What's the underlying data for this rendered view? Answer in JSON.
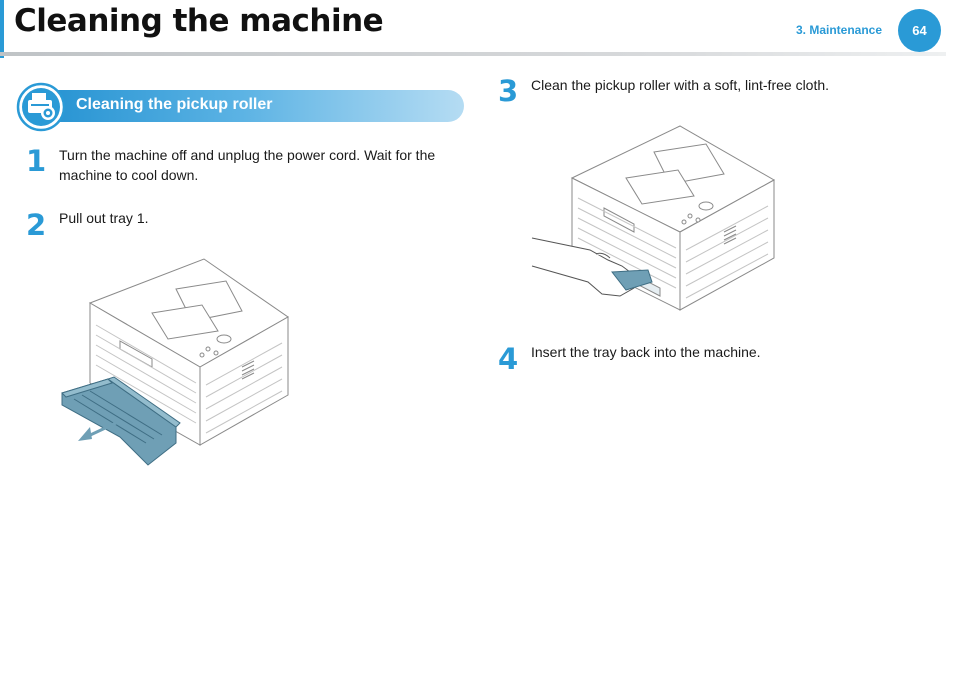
{
  "header": {
    "title": "Cleaning the machine",
    "section": "3.  Maintenance",
    "page_number": "64"
  },
  "section": {
    "title": "Cleaning the pickup roller",
    "icon": "printer-gear-icon"
  },
  "steps": [
    {
      "number": "1",
      "text": "Turn the machine off and unplug the power cord. Wait for the machine to cool down."
    },
    {
      "number": "2",
      "text": "Pull out tray 1."
    },
    {
      "number": "3",
      "text": "Clean the pickup roller with a soft, lint-free cloth."
    },
    {
      "number": "4",
      "text": "Insert the tray back into the machine."
    }
  ],
  "illustrations": [
    {
      "name": "printer-tray-pulled-out",
      "icon": "printer-tray-illustration"
    },
    {
      "name": "cleaning-pickup-roller",
      "icon": "printer-hand-cloth-illustration"
    }
  ],
  "colors": {
    "accent": "#2a9ad6",
    "tray": "#6f9fb5"
  }
}
